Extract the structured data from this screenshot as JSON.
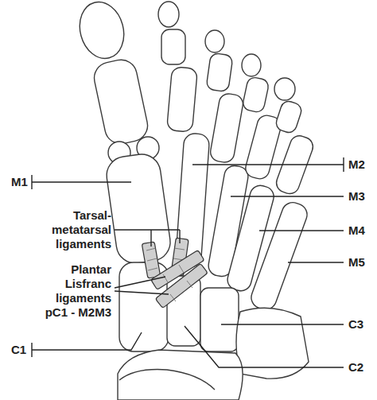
{
  "diagram": {
    "labels": [
      "M1",
      "M2",
      "M3",
      "M4",
      "M5",
      "Tarsal-metatarsal ligaments",
      "Plantar Lisfranc ligaments pC1 - M2M3",
      "C3",
      "C1",
      "C2"
    ]
  }
}
